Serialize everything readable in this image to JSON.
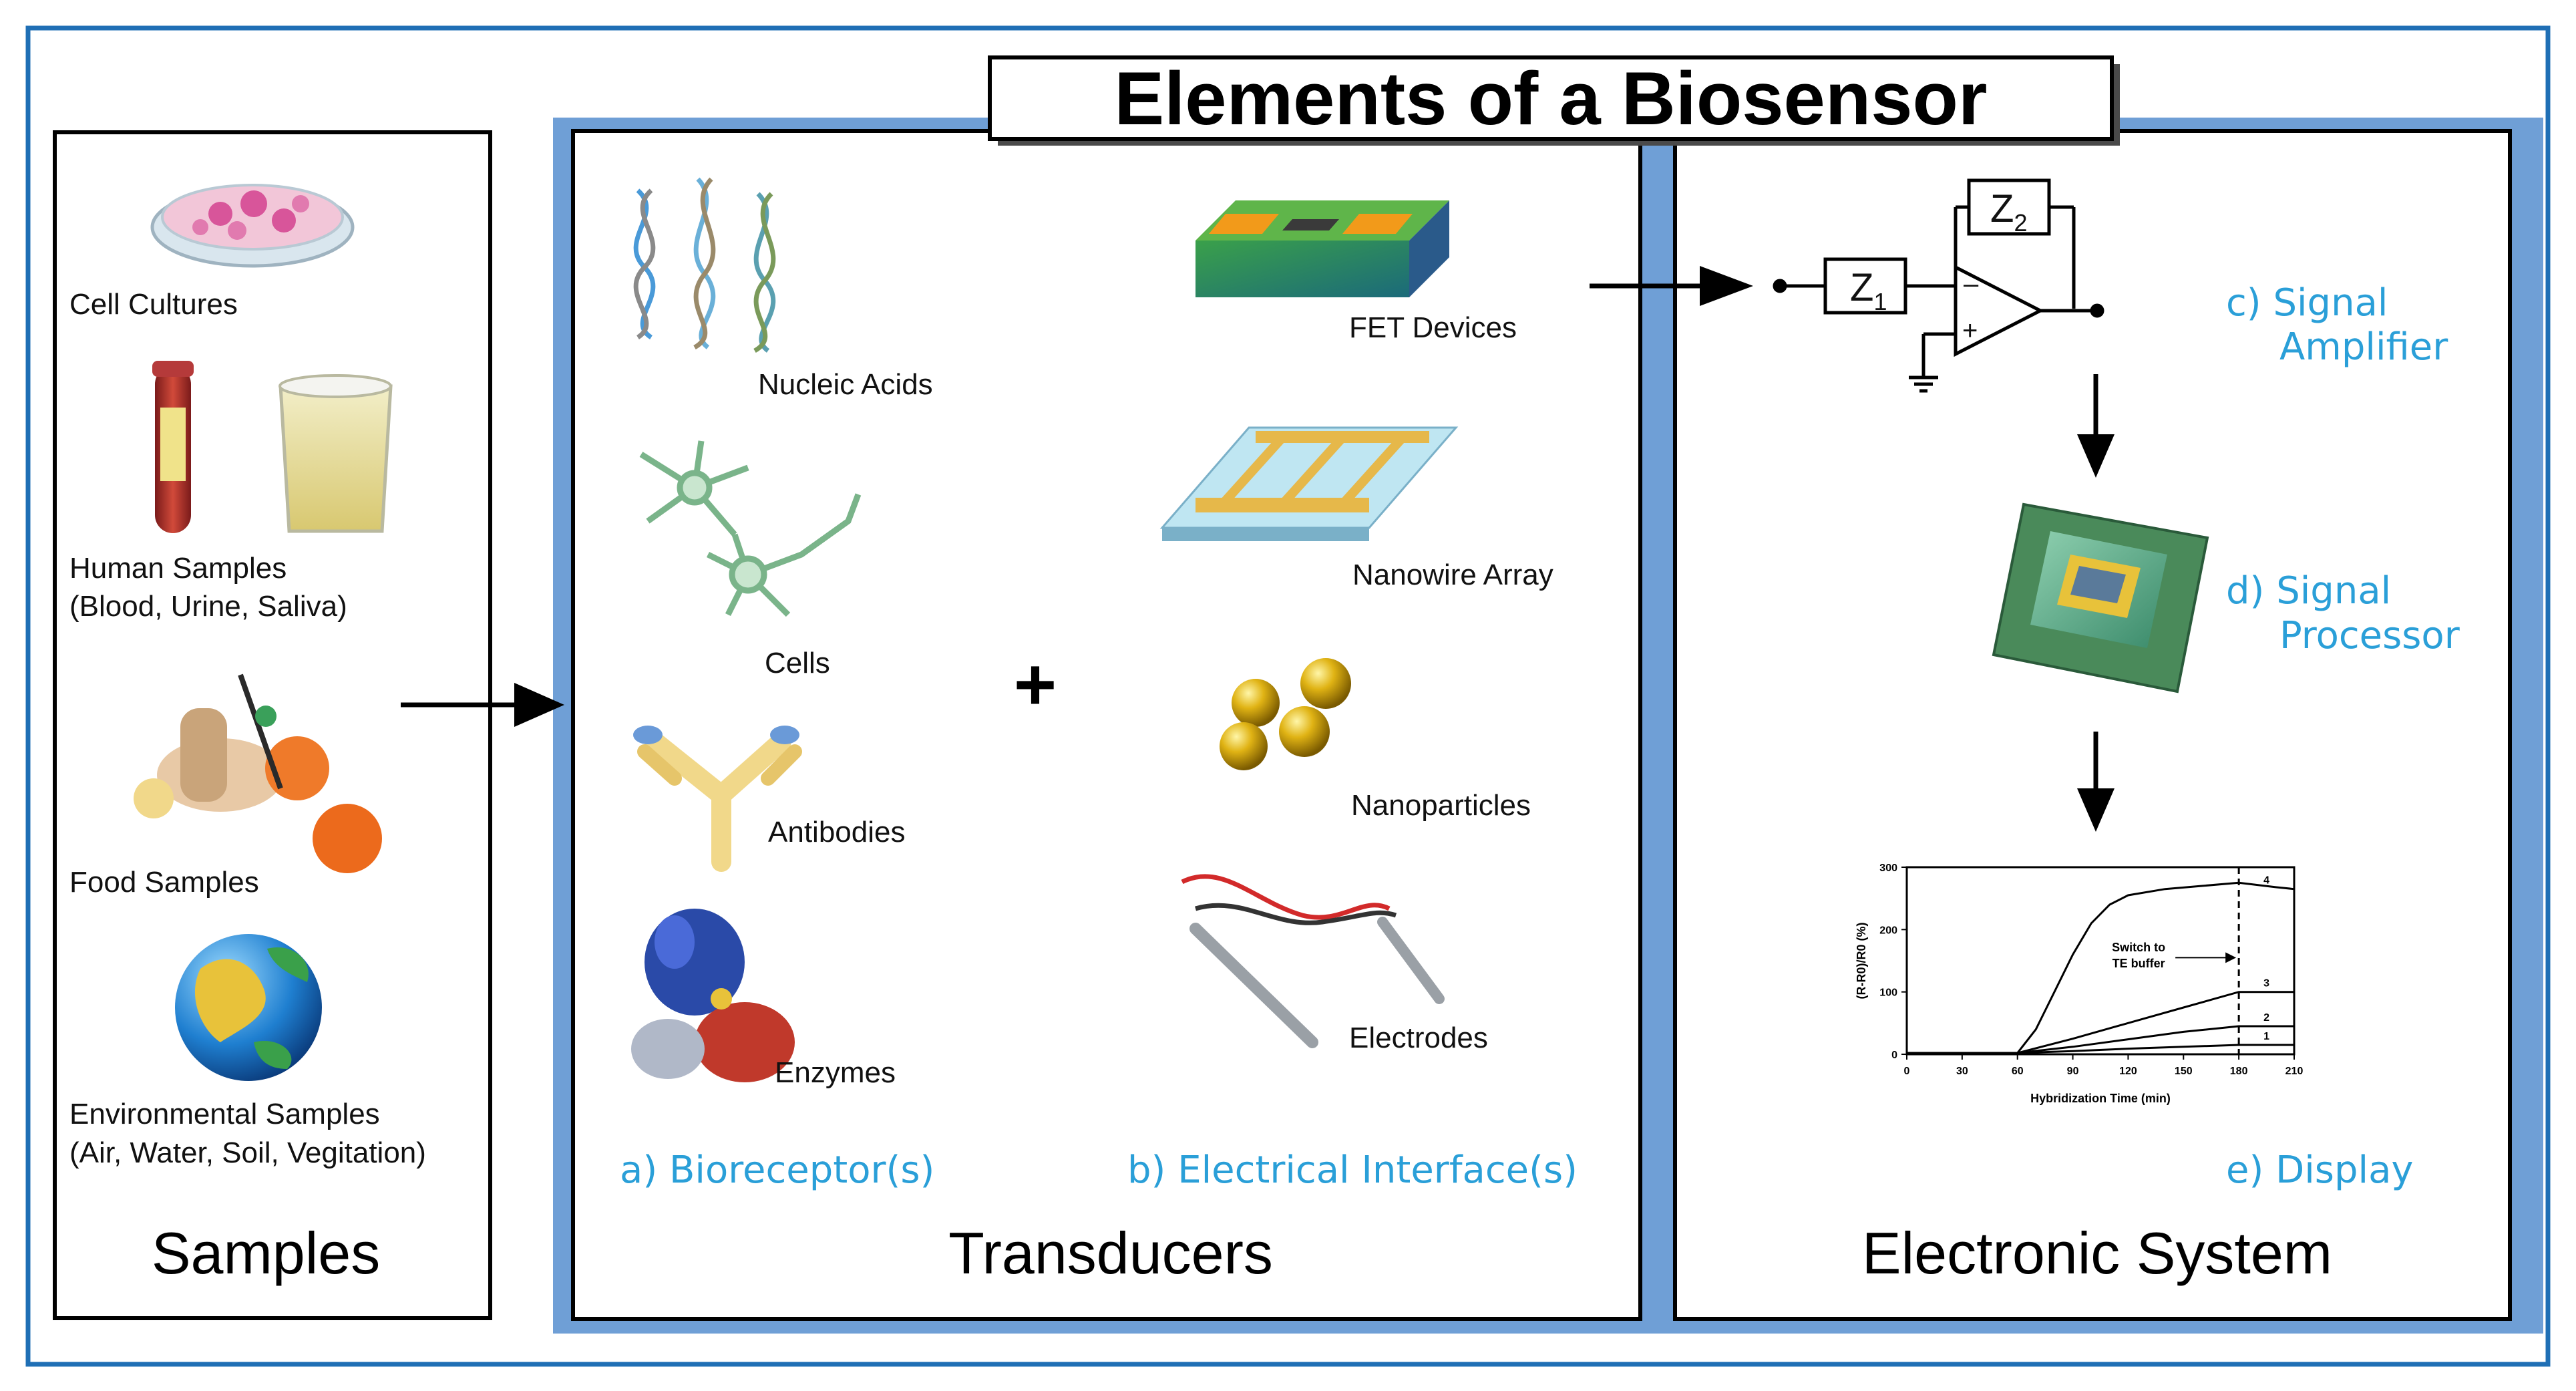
{
  "title": "Elements of a Biosensor",
  "colors": {
    "frame": "#1f6fb5",
    "panel_bg": "#6f9fd6",
    "accent_text": "#2a9fd8",
    "box_border": "#000000"
  },
  "samples": {
    "heading": "Samples",
    "items": [
      {
        "line1": "Cell Cultures",
        "line2": ""
      },
      {
        "line1": "Human Samples",
        "line2": "(Blood, Urine, Saliva)"
      },
      {
        "line1": "Food Samples",
        "line2": ""
      },
      {
        "line1": "Environmental Samples",
        "line2": "(Air, Water, Soil, Vegitation)"
      }
    ]
  },
  "transducers": {
    "heading": "Transducers",
    "plus": "+",
    "bioreceptors": [
      "Nucleic Acids",
      "Cells",
      "Antibodies",
      "Enzymes"
    ],
    "interfaces": [
      "FET Devices",
      "Nanowire Array",
      "Nanoparticles",
      "Electrodes"
    ],
    "caption_a": "a) Bioreceptor(s)",
    "caption_b": "b) Electrical Interface(s)"
  },
  "electronic": {
    "heading": "Electronic System",
    "z1": "Z",
    "z1_sub": "1",
    "z2": "Z",
    "z2_sub": "2",
    "op_minus": "–",
    "op_plus": "+",
    "amp_label": [
      "c) Signal",
      "Amplifier"
    ],
    "proc_label": [
      "d) Signal",
      "Processor"
    ],
    "display_label": "e) Display"
  },
  "chart_data": {
    "type": "line",
    "title": "",
    "xlabel": "Hybridization Time (min)",
    "ylabel": "(R-R0)/R0 (%)",
    "xlim": [
      0,
      210
    ],
    "ylim": [
      0,
      300
    ],
    "xticks": [
      0,
      30,
      60,
      90,
      120,
      150,
      180,
      210
    ],
    "yticks": [
      0,
      100,
      200,
      300
    ],
    "annotation": [
      "Switch to",
      "TE buffer"
    ],
    "annotation_x": 180,
    "series": [
      {
        "name": "4",
        "x": [
          0,
          60,
          70,
          80,
          90,
          100,
          110,
          120,
          140,
          160,
          180,
          200,
          210
        ],
        "y": [
          2,
          2,
          40,
          100,
          160,
          210,
          240,
          255,
          265,
          270,
          275,
          268,
          265
        ]
      },
      {
        "name": "3",
        "x": [
          0,
          60,
          90,
          120,
          150,
          180,
          210
        ],
        "y": [
          2,
          2,
          25,
          50,
          75,
          100,
          100
        ]
      },
      {
        "name": "2",
        "x": [
          0,
          60,
          90,
          120,
          150,
          180,
          210
        ],
        "y": [
          2,
          2,
          12,
          24,
          36,
          45,
          45
        ]
      },
      {
        "name": "1",
        "x": [
          0,
          60,
          90,
          120,
          150,
          180,
          210
        ],
        "y": [
          2,
          2,
          5,
          9,
          12,
          15,
          15
        ]
      }
    ]
  }
}
